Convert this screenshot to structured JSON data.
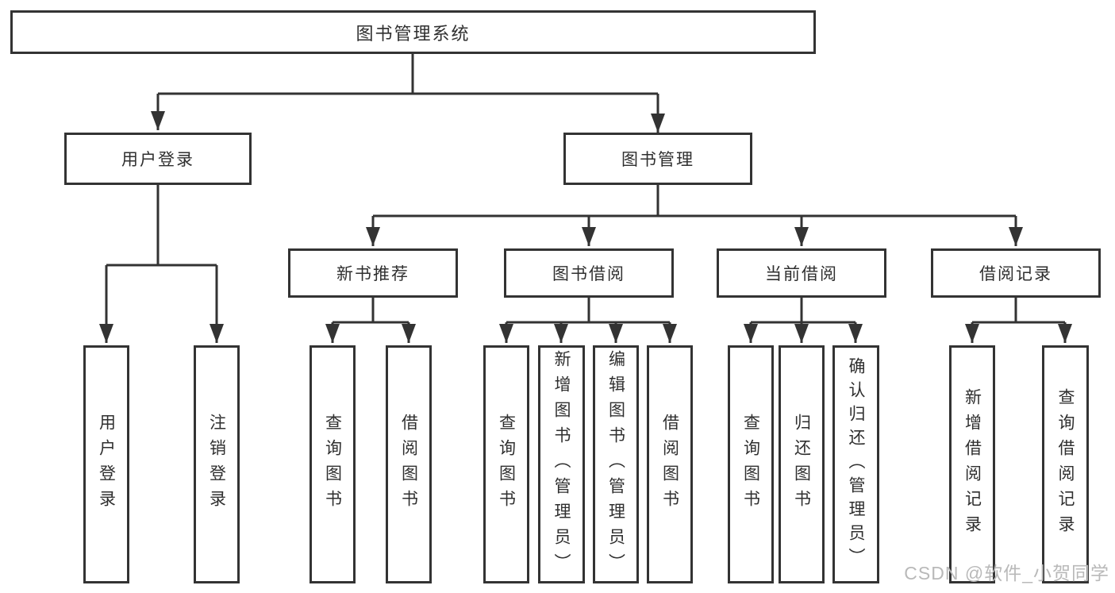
{
  "diagram": {
    "type": "tree-diagram",
    "root": {
      "label": "图书管理系统"
    },
    "branches": [
      {
        "label": "用户登录",
        "children": [
          {
            "label": "用户登录"
          },
          {
            "label": "注销登录"
          }
        ]
      },
      {
        "label": "图书管理",
        "sections": [
          {
            "label": "新书推荐",
            "children": [
              {
                "label": "查询图书"
              },
              {
                "label": "借阅图书"
              }
            ]
          },
          {
            "label": "图书借阅",
            "children": [
              {
                "label": "查询图书"
              },
              {
                "label": "新增图书（管理员）"
              },
              {
                "label": "编辑图书（管理员）"
              },
              {
                "label": "借阅图书"
              }
            ]
          },
          {
            "label": "当前借阅",
            "children": [
              {
                "label": "查询图书"
              },
              {
                "label": "归还图书"
              },
              {
                "label": "确认归还（管理员）"
              }
            ]
          },
          {
            "label": "借阅记录",
            "children": [
              {
                "label": "新增借阅记录"
              },
              {
                "label": "查询借阅记录"
              }
            ]
          }
        ]
      }
    ]
  },
  "watermark": {
    "text": "CSDN @软件_小贺同学"
  },
  "colors": {
    "line": "#333333",
    "text": "#2f2f2f",
    "background": "#ffffff",
    "watermark": "#b9b9b9"
  }
}
